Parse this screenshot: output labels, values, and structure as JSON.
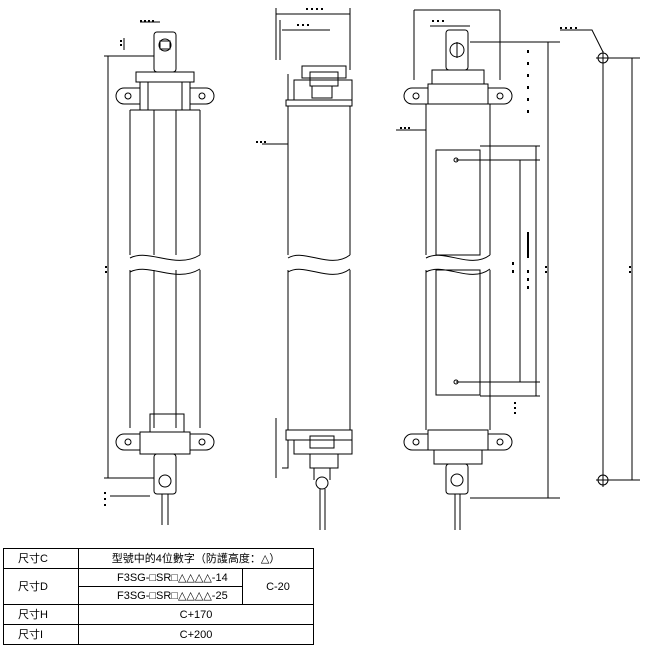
{
  "table": {
    "row_c": {
      "label": "尺寸C",
      "value": "型號中的4位數字（防護高度：△）"
    },
    "row_d": {
      "label": "尺寸D",
      "models": [
        "F3SG-□SR□△△△△-14",
        "F3SG-□SR□△△△△-25"
      ],
      "value": "C-20"
    },
    "row_h": {
      "label": "尺寸H",
      "value": "C+170"
    },
    "row_i": {
      "label": "尺寸I",
      "value": "C+200"
    }
  }
}
